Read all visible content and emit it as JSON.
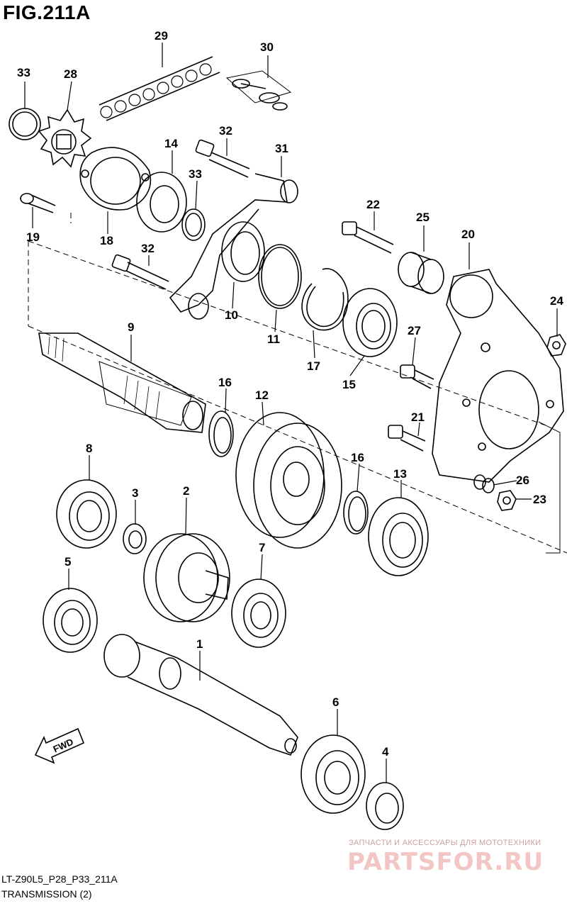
{
  "figure": {
    "title": "FIG.211A",
    "footer_code": "LT-Z90L5_P28_P33_211A",
    "footer_name": "TRANSMISSION (2)",
    "fwd_label": "FWD"
  },
  "watermark": {
    "small": "ЗАПЧАСТИ И АКСЕССУАРЫ ДЛЯ МОТОТЕХНИКИ",
    "big": "PARTSFOR.RU"
  },
  "callouts": [
    "33",
    "28",
    "29",
    "30",
    "32",
    "31",
    "14",
    "33",
    "19",
    "18",
    "32",
    "10",
    "11",
    "17",
    "22",
    "25",
    "20",
    "24",
    "27",
    "15",
    "9",
    "16",
    "12",
    "21",
    "26",
    "23",
    "8",
    "3",
    "2",
    "16",
    "13",
    "7",
    "5",
    "1",
    "6",
    "4"
  ],
  "colors": {
    "line": "#000000",
    "watermark": "#f3c6c6"
  }
}
